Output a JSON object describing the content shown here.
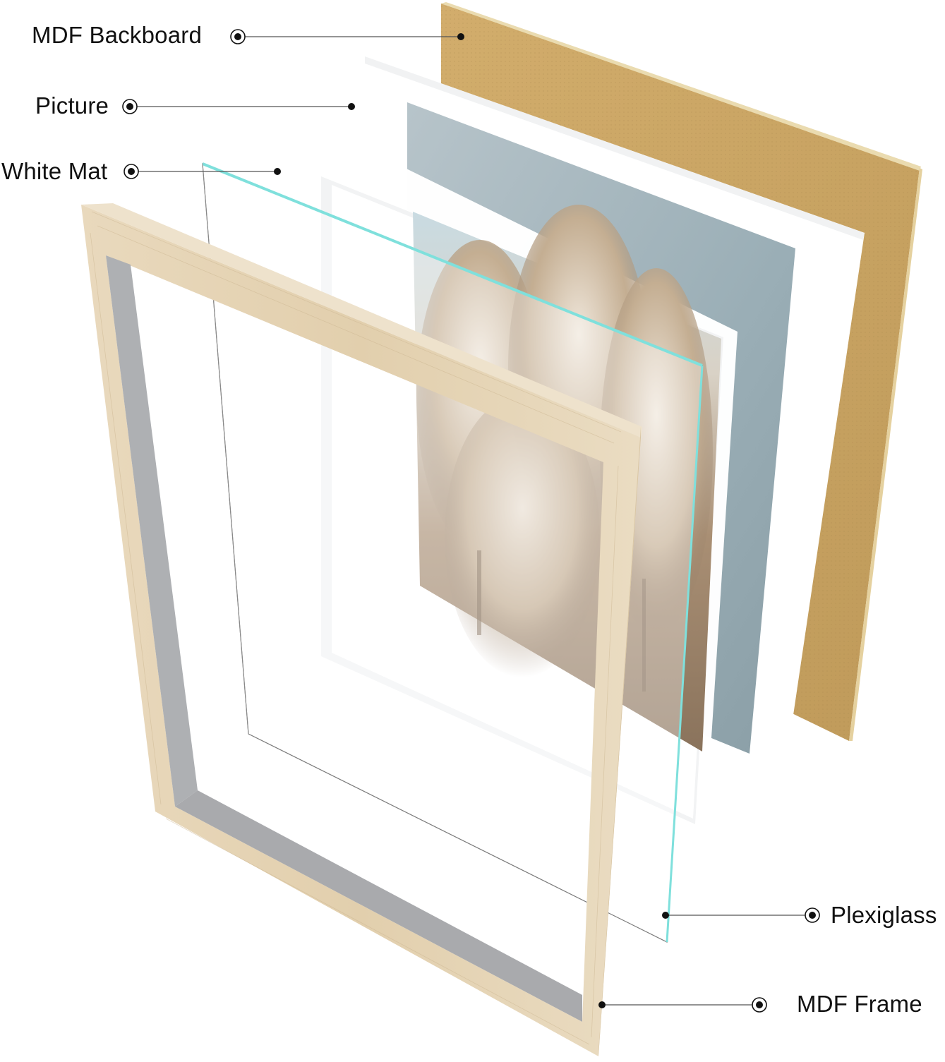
{
  "diagram": {
    "type": "exploded-view",
    "subject": "picture frame layers",
    "layers": [
      {
        "id": "backboard",
        "label": "MDF Backboard",
        "side": "left",
        "order": 1
      },
      {
        "id": "picture",
        "label": "Picture",
        "side": "left",
        "order": 2
      },
      {
        "id": "mat",
        "label": "White Mat",
        "side": "left",
        "order": 3
      },
      {
        "id": "plexiglass",
        "label": "Plexiglass",
        "side": "right",
        "order": 4
      },
      {
        "id": "frame",
        "label": "MDF Frame",
        "side": "right",
        "order": 5
      }
    ]
  },
  "colors": {
    "backboard": "#c9a463",
    "backboard_edge": "#e8d6a6",
    "picture_border": "#ffffff",
    "picture_sky": "#9fb2ba",
    "photo_sky": "#bcd3db",
    "photo_plume": "#b09a80",
    "mat": "#ffffff",
    "mat_shadow": "#e4e7ea",
    "plexi_edge": "#7fe0dc",
    "frame_wood": "#e6d4b6",
    "frame_wood_dark": "#d8c3a0",
    "frame_inner_shadow": "#a9aaad",
    "leader_line": "#555555",
    "text": "#111111"
  }
}
